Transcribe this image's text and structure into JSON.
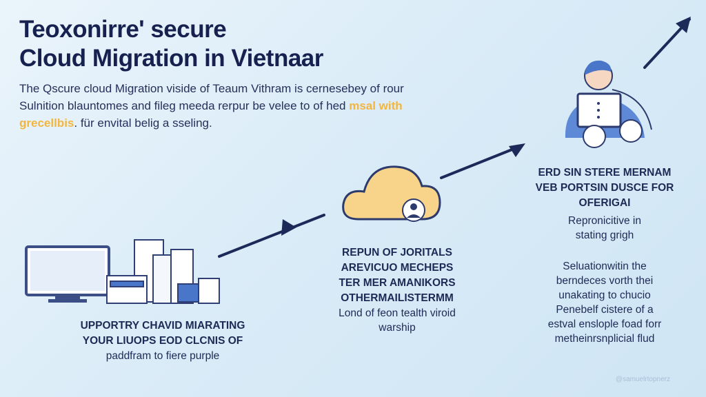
{
  "title": {
    "line1": "Teoxonirre' secure",
    "line2": "Cloud Migration in Vietnaar"
  },
  "intro": {
    "part1": "The Qscure cloud Migration viside of Teaum Vithram is cernesebey of rour Sulnition blauntomes and fileg meeda rerpur be velee to of hed ",
    "highlight": "msal with grecellbis",
    "part2": ". für envital belig a sseling."
  },
  "steps": [
    {
      "title": "UPPORTRY CHAVID MIARATING YOUR LIUOPS EOD CLCNIS OF",
      "desc": "paddfram to fiere purple"
    },
    {
      "title": "REPUN OF JORITALS AREVICUO MECHEPS TER MER AMANIKORS OTHERMAILISTERMM",
      "desc": "Lond of feon tealth viroid warship"
    },
    {
      "title": "ERD SIN STERE MERNAM VEB PORTSIN DUSCE FOR OFERIGAI",
      "desc": "Repronicitive in stating grigh",
      "extra": "Seluationwitin the berndeces vorth thei unakating to chucio Penebelf cistere of a estval enslople foad forr metheinrsnplicial flud"
    }
  ],
  "watermark": "@samuelrtopnerz",
  "colors": {
    "navy": "#1c2a5a",
    "accent": "#f2b640",
    "device": "#4a76c9"
  }
}
